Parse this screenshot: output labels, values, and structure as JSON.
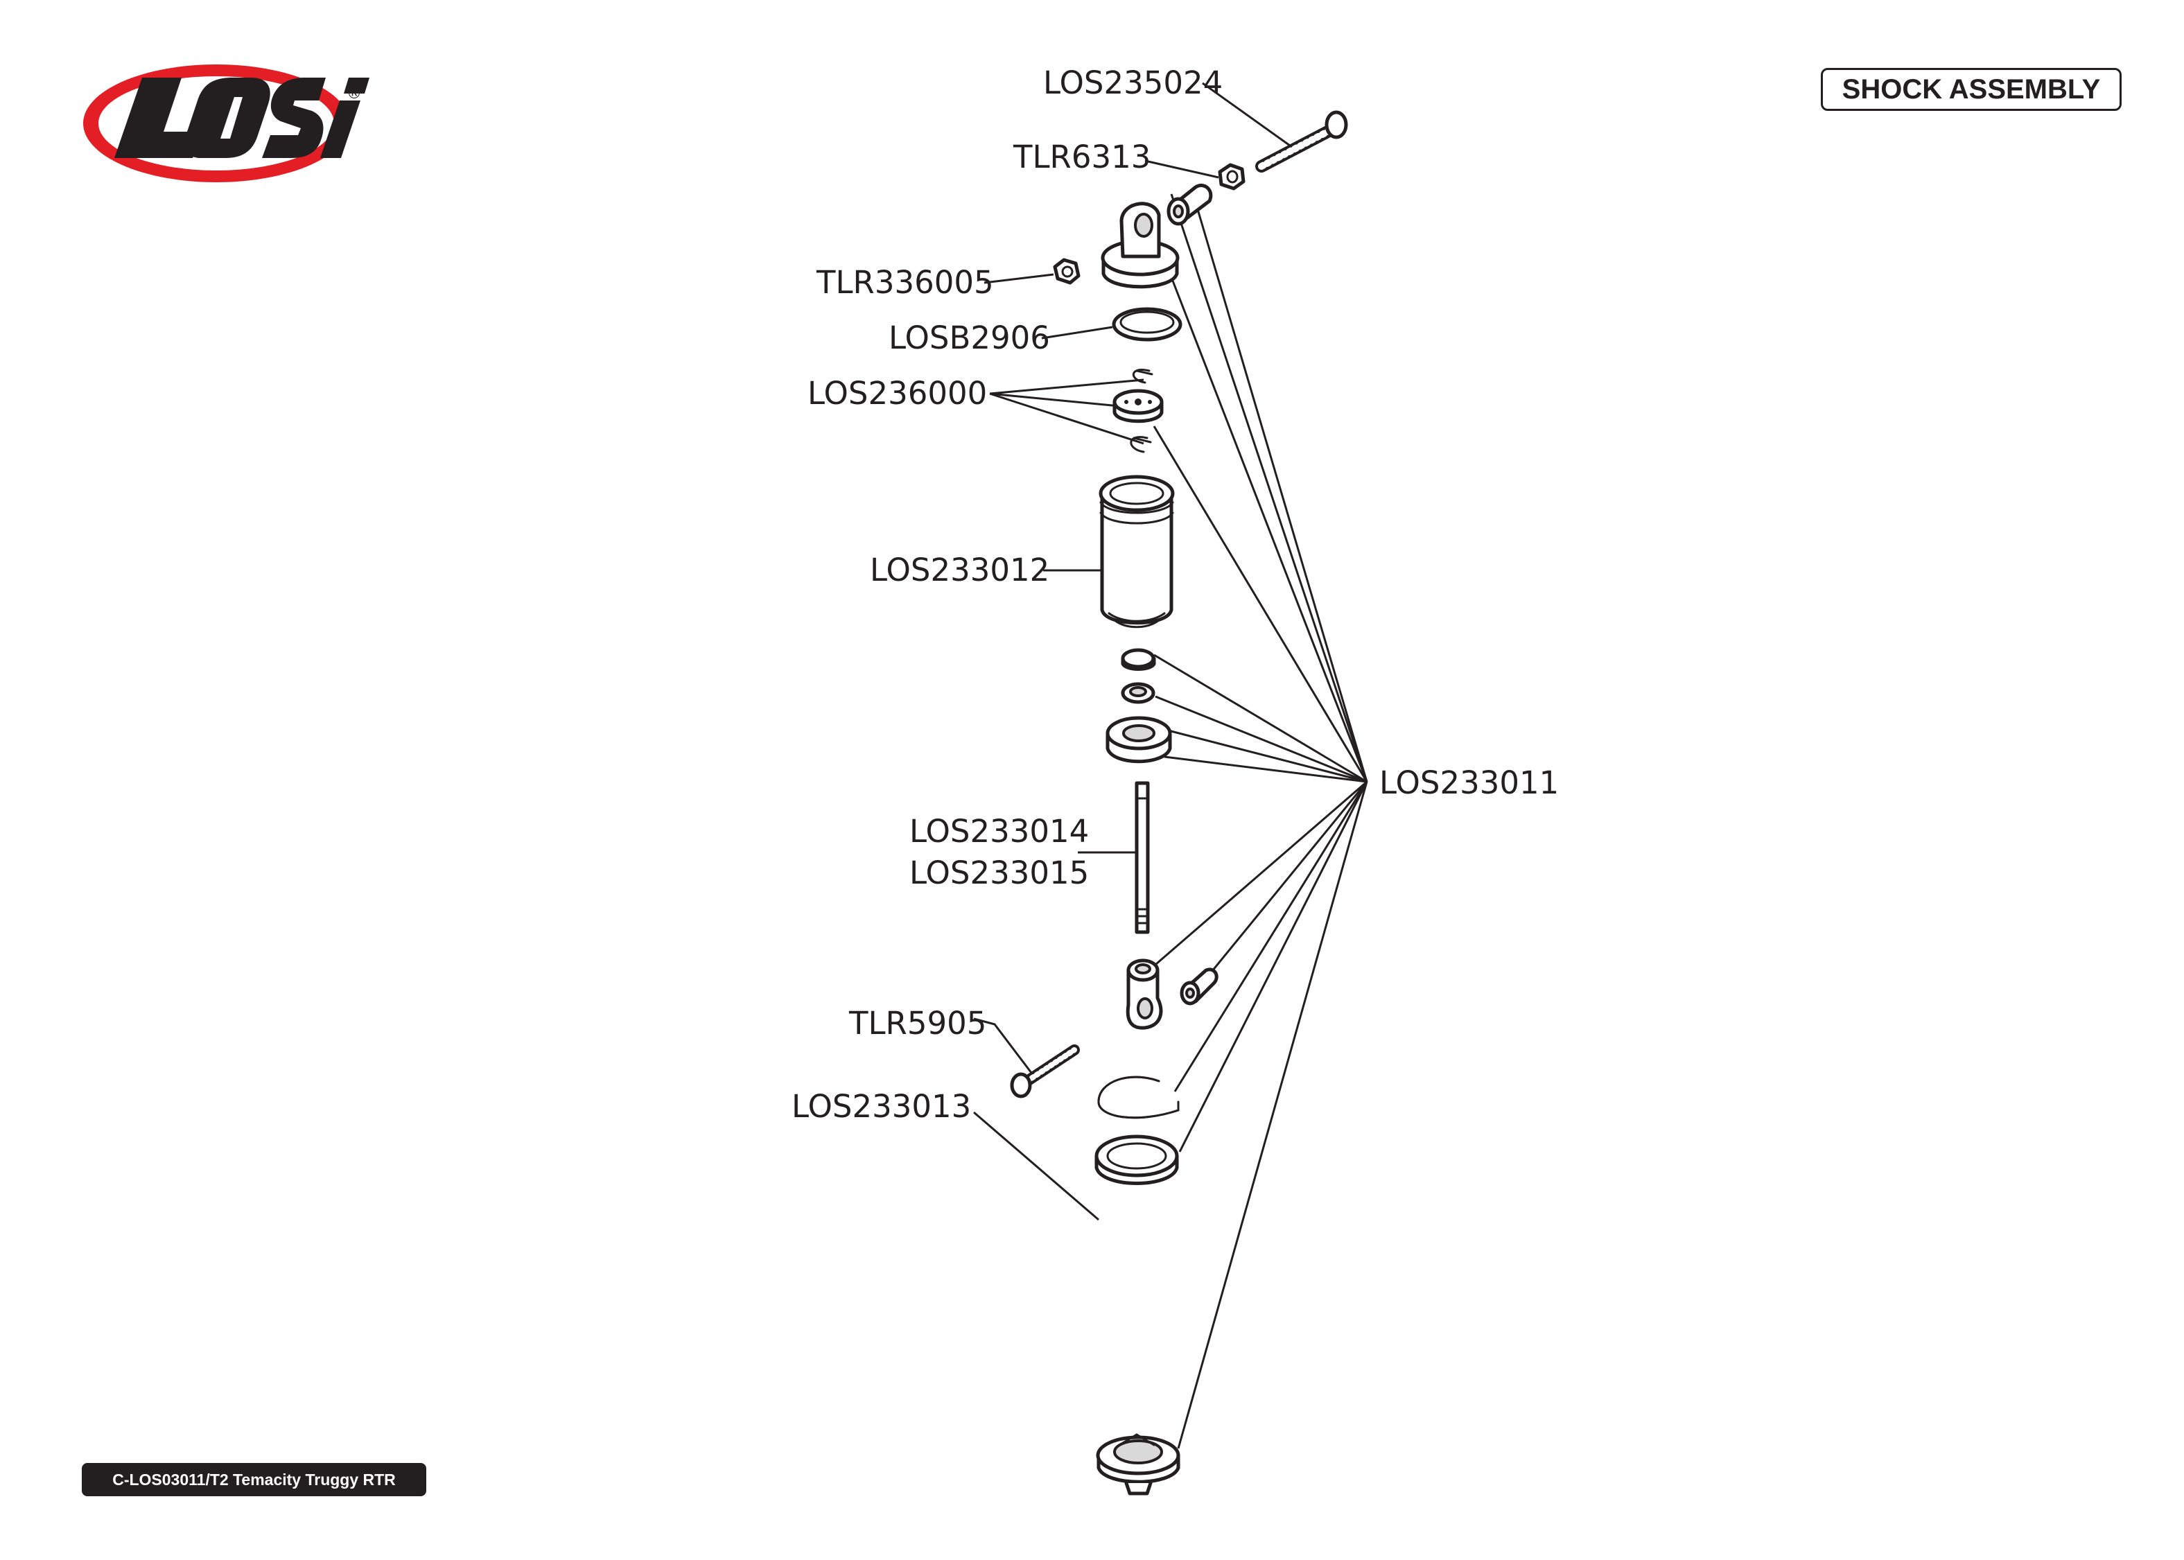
{
  "brand": {
    "logo_text": "LOSi",
    "registered_mark": "®"
  },
  "header": {
    "title": "SHOCK ASSEMBLY"
  },
  "footer": {
    "label": "C-LOS03011/T2 Temacity Truggy RTR"
  },
  "colors": {
    "logo_red": "#e31e24",
    "ink": "#231f20",
    "background": "#ffffff"
  },
  "parts": {
    "los235024": "LOS235024",
    "tlr6313": "TLR6313",
    "tlr336005": "TLR336005",
    "losb2906": "LOSB2906",
    "los236000": "LOS236000",
    "los233012": "LOS233012",
    "los233011": "LOS233011",
    "los233014": "LOS233014",
    "los233015": "LOS233015",
    "tlr5905": "TLR5905",
    "los233013": "LOS233013"
  }
}
